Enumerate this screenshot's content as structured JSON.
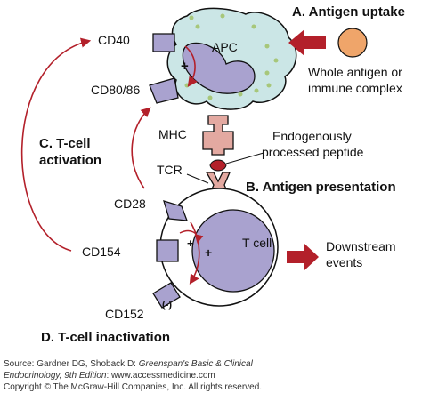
{
  "colors": {
    "arrow": "#b3202a",
    "apc_fill": "#cbe6e6",
    "nucleus": "#a9a2cf",
    "receptor": "#a9a2cf",
    "mhc": "#e3a9a1",
    "dots": "#a7c77a",
    "antigen": "#efa56a"
  },
  "labels": {
    "antigen_uptake": "A. Antigen uptake",
    "apc": "APC",
    "cd40": "CD40",
    "cd80_86": "CD80/86",
    "whole_antigen_line1": "Whole antigen or",
    "whole_antigen_line2": "immune complex",
    "mhc": "MHC",
    "peptide_line1": "Endogenously",
    "peptide_line2": "processed peptide",
    "tcell_activation_line1": "C. T-cell",
    "tcell_activation_line2": "activation",
    "tcr": "TCR",
    "antigen_presentation": "B. Antigen presentation",
    "cd28": "CD28",
    "t_cell": "T cell",
    "cd154": "CD154",
    "downstream_line1": "Downstream",
    "downstream_line2": "events",
    "cd152": "CD152",
    "tcell_inactivation": "D. T-cell inactivation",
    "plus": "+",
    "minus": "(-)"
  },
  "source": {
    "line1_prefix": "Source: Gardner DG, Shoback D: ",
    "line1_italic": "Greenspan's Basic & Clinical",
    "line2_italic": "Endocrinology, 9th Edition",
    "line2_suffix": ": www.accessmedicine.com",
    "copyright": "Copyright © The McGraw-Hill Companies, Inc. All rights reserved."
  }
}
